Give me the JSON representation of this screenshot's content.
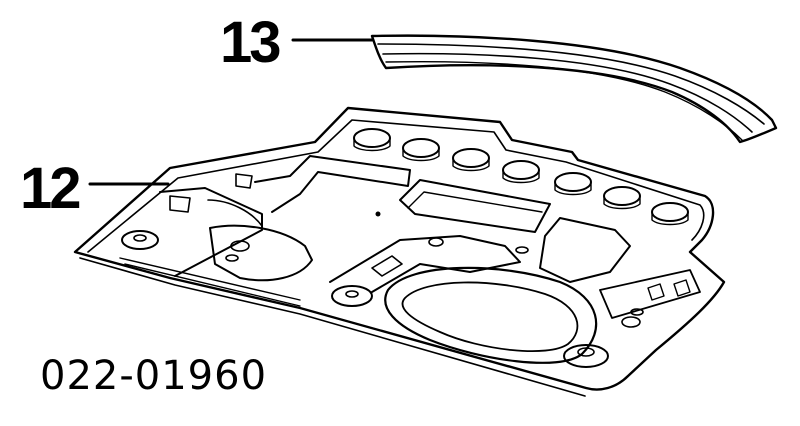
{
  "callouts": {
    "part_13": "13",
    "part_12": "12"
  },
  "part_number": "022-01960",
  "colors": {
    "ink": "#000000",
    "paper": "#ffffff"
  }
}
